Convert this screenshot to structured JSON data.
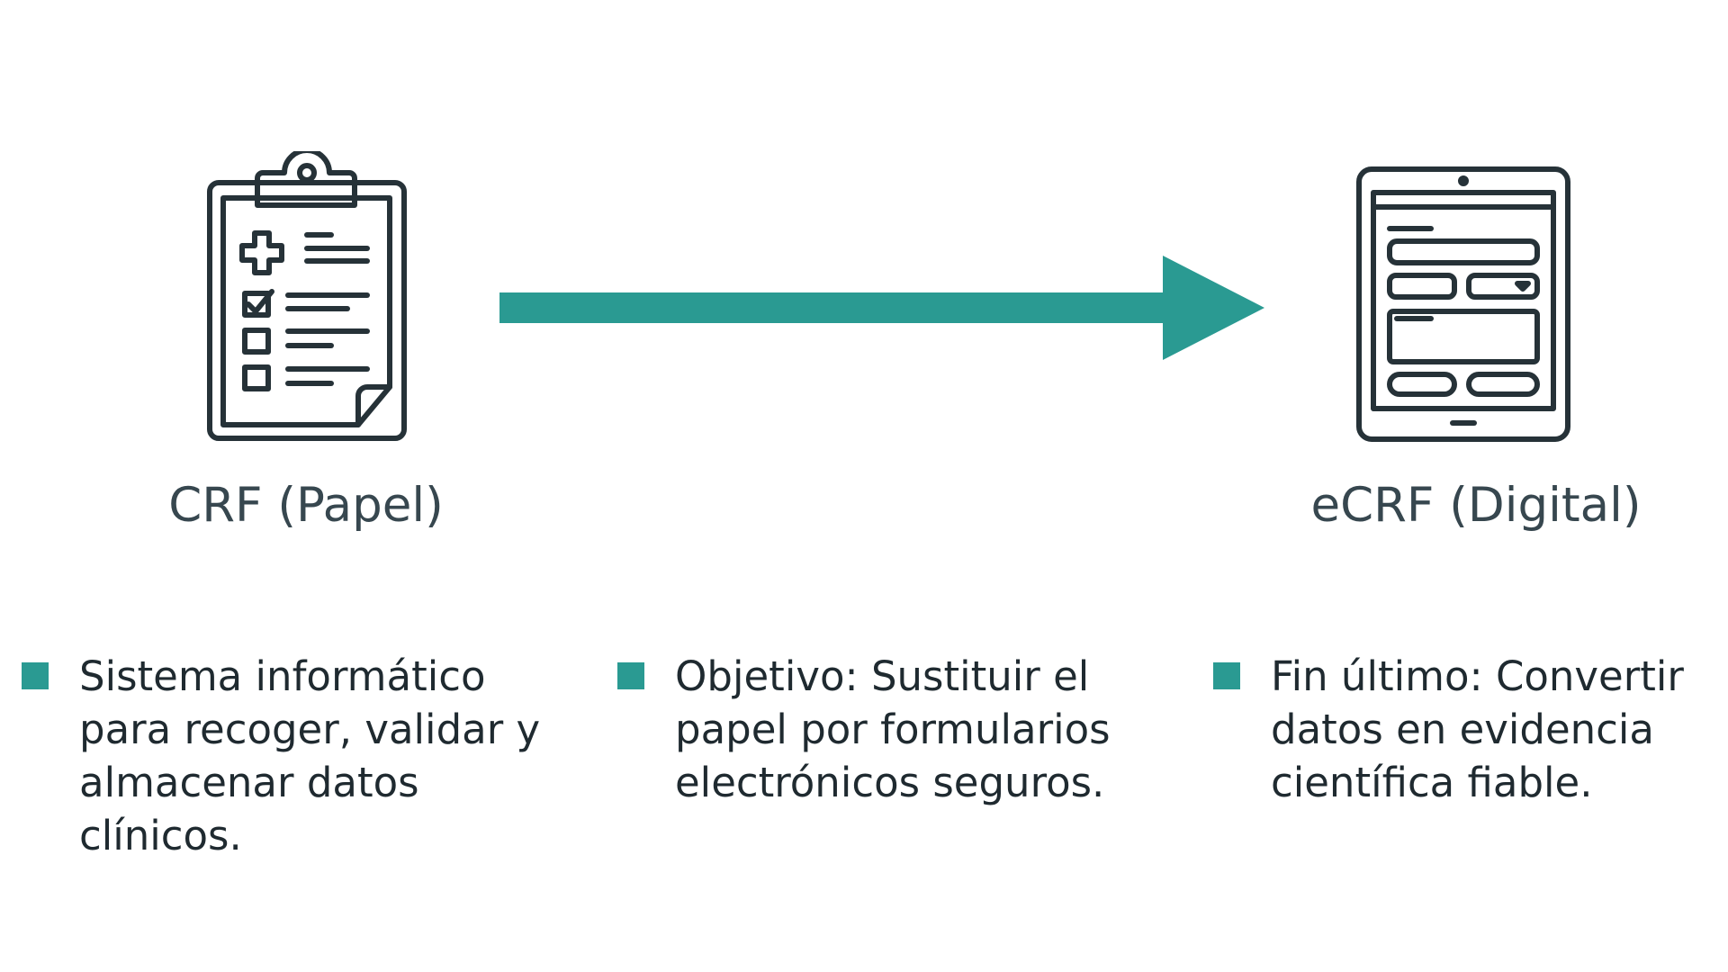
{
  "colors": {
    "accent": "#2a9a92",
    "icon_stroke": "#263238",
    "text": "#1f2a30"
  },
  "nodes": {
    "paper": {
      "label": "CRF (Papel)",
      "icon": "clipboard-icon"
    },
    "digital": {
      "label": "eCRF (Digital)",
      "icon": "tablet-form-icon"
    }
  },
  "connector": {
    "icon": "arrow-right-icon"
  },
  "bullets": [
    {
      "text": "Sistema informático para recoger, validar y almacenar datos clínicos."
    },
    {
      "text": "Objetivo: Sustituir el papel por formularios electrónicos seguros."
    },
    {
      "text": "Fin último: Convertir datos en evidencia científica fiable."
    }
  ]
}
